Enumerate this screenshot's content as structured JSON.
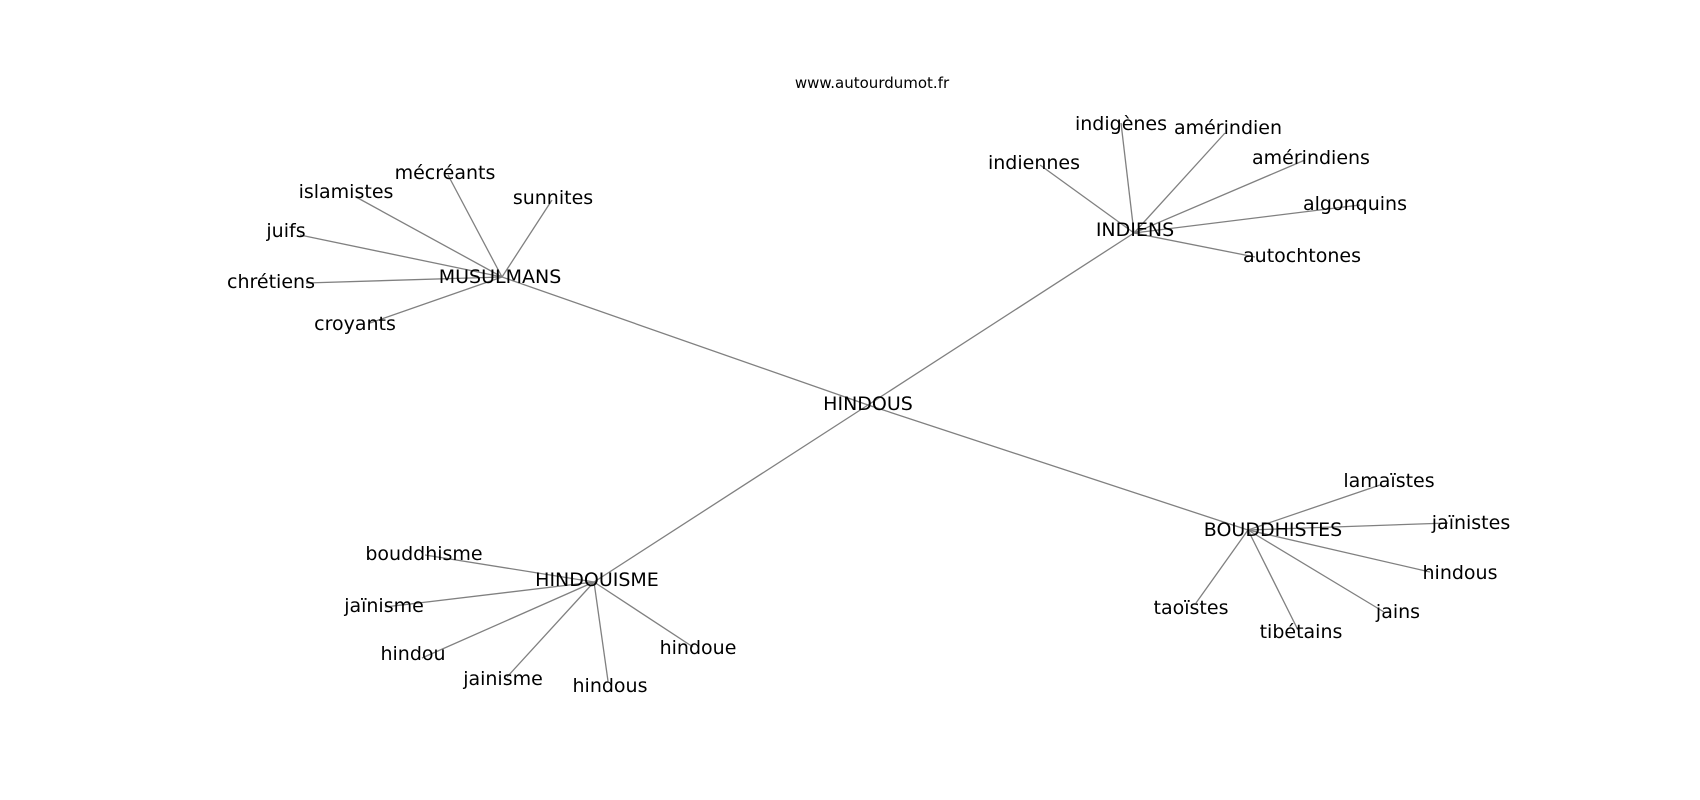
{
  "site_label": "www.autourdumot.fr",
  "root": "HINDOUS",
  "clusters": [
    {
      "hub": "MUSULMANS",
      "words": [
        "mécréants",
        "sunnites",
        "islamistes",
        "juifs",
        "chrétiens",
        "croyants"
      ]
    },
    {
      "hub": "INDIENS",
      "words": [
        "indigènes",
        "amérindien",
        "indiennes",
        "amérindiens",
        "algonquins",
        "autochtones"
      ]
    },
    {
      "hub": "HINDOUISME",
      "words": [
        "bouddhisme",
        "jaïnisme",
        "hindou",
        "jainisme",
        "hindous",
        "hindoue"
      ]
    },
    {
      "hub": "BOUDDHISTES",
      "words": [
        "lamaïstes",
        "jaïnistes",
        "hindous",
        "jains",
        "tibétains",
        "taoïstes"
      ]
    }
  ]
}
